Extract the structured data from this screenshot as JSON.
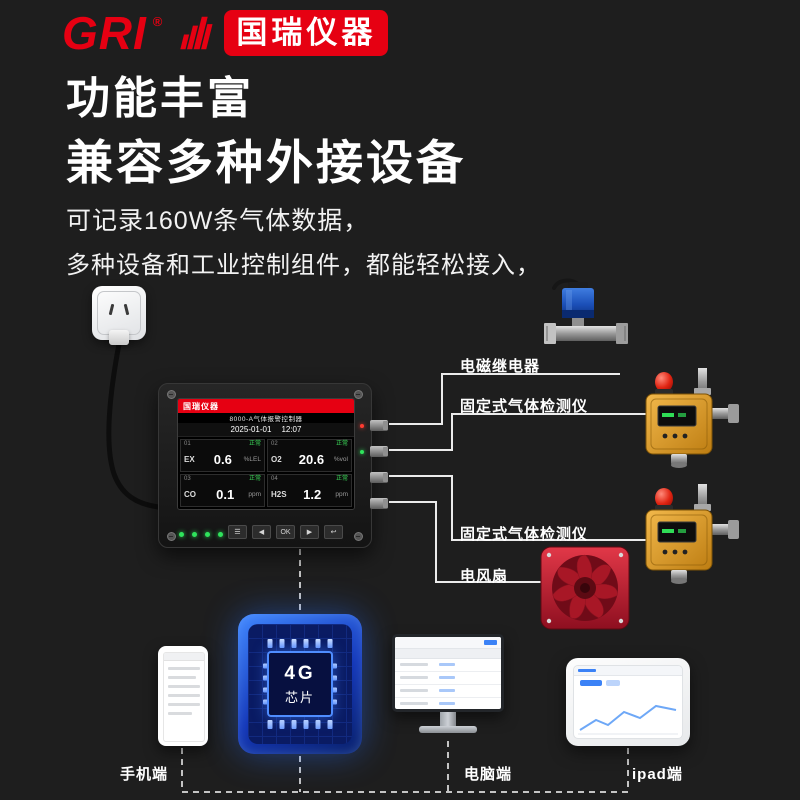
{
  "brand": {
    "logo": "GRI",
    "registered": "®",
    "name": "国瑞仪器"
  },
  "header": {
    "title1": "功能丰富",
    "title2": "兼容多种外接设备",
    "desc1": "可记录160W条气体数据，",
    "desc2": "多种设备和工业控制组件，都能轻松接入，"
  },
  "controller": {
    "brand": "国瑞仪器",
    "model": "8000-A气体报警控制器",
    "date": "2025-01-01",
    "time": "12:07",
    "channels": [
      {
        "no": "01",
        "status": "正常",
        "gas": "EX",
        "value": "0.6",
        "unit": "%LEL"
      },
      {
        "no": "02",
        "status": "正常",
        "gas": "O2",
        "value": "20.6",
        "unit": "%vol"
      },
      {
        "no": "03",
        "status": "正常",
        "gas": "CO",
        "value": "0.1",
        "unit": "ppm"
      },
      {
        "no": "04",
        "status": "正常",
        "gas": "H2S",
        "value": "1.2",
        "unit": "ppm"
      }
    ],
    "buttons": {
      "menu": "☰",
      "left": "◀",
      "ok": "OK",
      "right": "▶",
      "back": "↩"
    }
  },
  "peripherals": {
    "relay": "电磁继电器",
    "detector1": "固定式气体检测仪",
    "detector2": "固定式气体检测仪",
    "fan": "电风扇"
  },
  "endpoints": {
    "phone": "手机端",
    "pc": "电脑端",
    "ipad": "ipad端",
    "chip_top": "4G",
    "chip_bottom": "芯片"
  },
  "colors": {
    "brand_red": "#e60012",
    "background": "#1e1e1e",
    "chip_blue": "#1d4ed8",
    "wire": "#ebebeb"
  }
}
